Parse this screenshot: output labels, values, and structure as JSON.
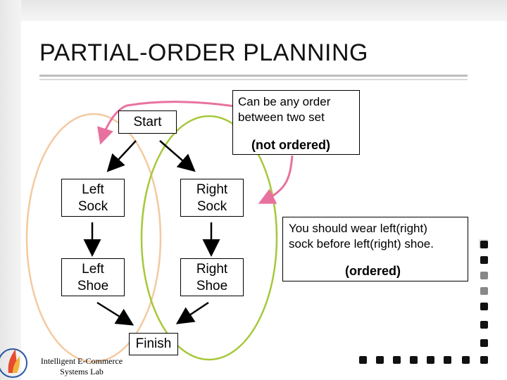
{
  "title": "PARTIAL-ORDER PLANNING",
  "nodes": {
    "start": "Start",
    "left_sock": [
      "Left",
      "Sock"
    ],
    "right_sock": [
      "Right",
      "Sock"
    ],
    "left_shoe": [
      "Left",
      "Shoe"
    ],
    "right_shoe": [
      "Right",
      "Shoe"
    ],
    "finish": "Finish"
  },
  "notes": {
    "unordered": [
      "Can be any order",
      "between two set"
    ],
    "unordered_tag": "(not ordered)",
    "ordered": [
      "You should wear left(right)",
      "sock before left(right) shoe."
    ],
    "ordered_tag": "(ordered)"
  },
  "footer": {
    "lab": [
      "Intelligent E-Commerce",
      "Systems Lab"
    ]
  },
  "colors": {
    "accent_pink": "#e8729f",
    "left_group": "#f4c9a0",
    "right_group": "#a6c83a"
  }
}
